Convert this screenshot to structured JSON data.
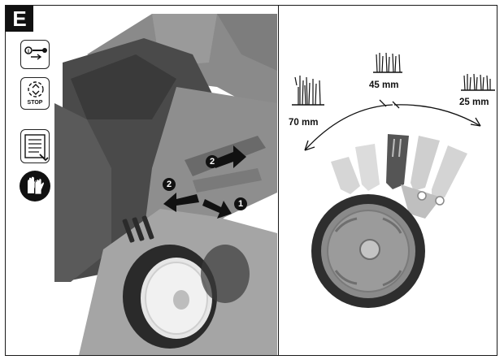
{
  "section_label": "E",
  "icons": {
    "key_icon": "key-remove-icon",
    "stop_label": "STOP",
    "manual_icon": "manual-icon",
    "gloves_icon": "gloves-icon"
  },
  "steps": {
    "step_1": "1",
    "step_2a": "2",
    "step_2b": "2"
  },
  "heights": {
    "h70": "70 mm",
    "h45": "45 mm",
    "h25": "25 mm"
  }
}
